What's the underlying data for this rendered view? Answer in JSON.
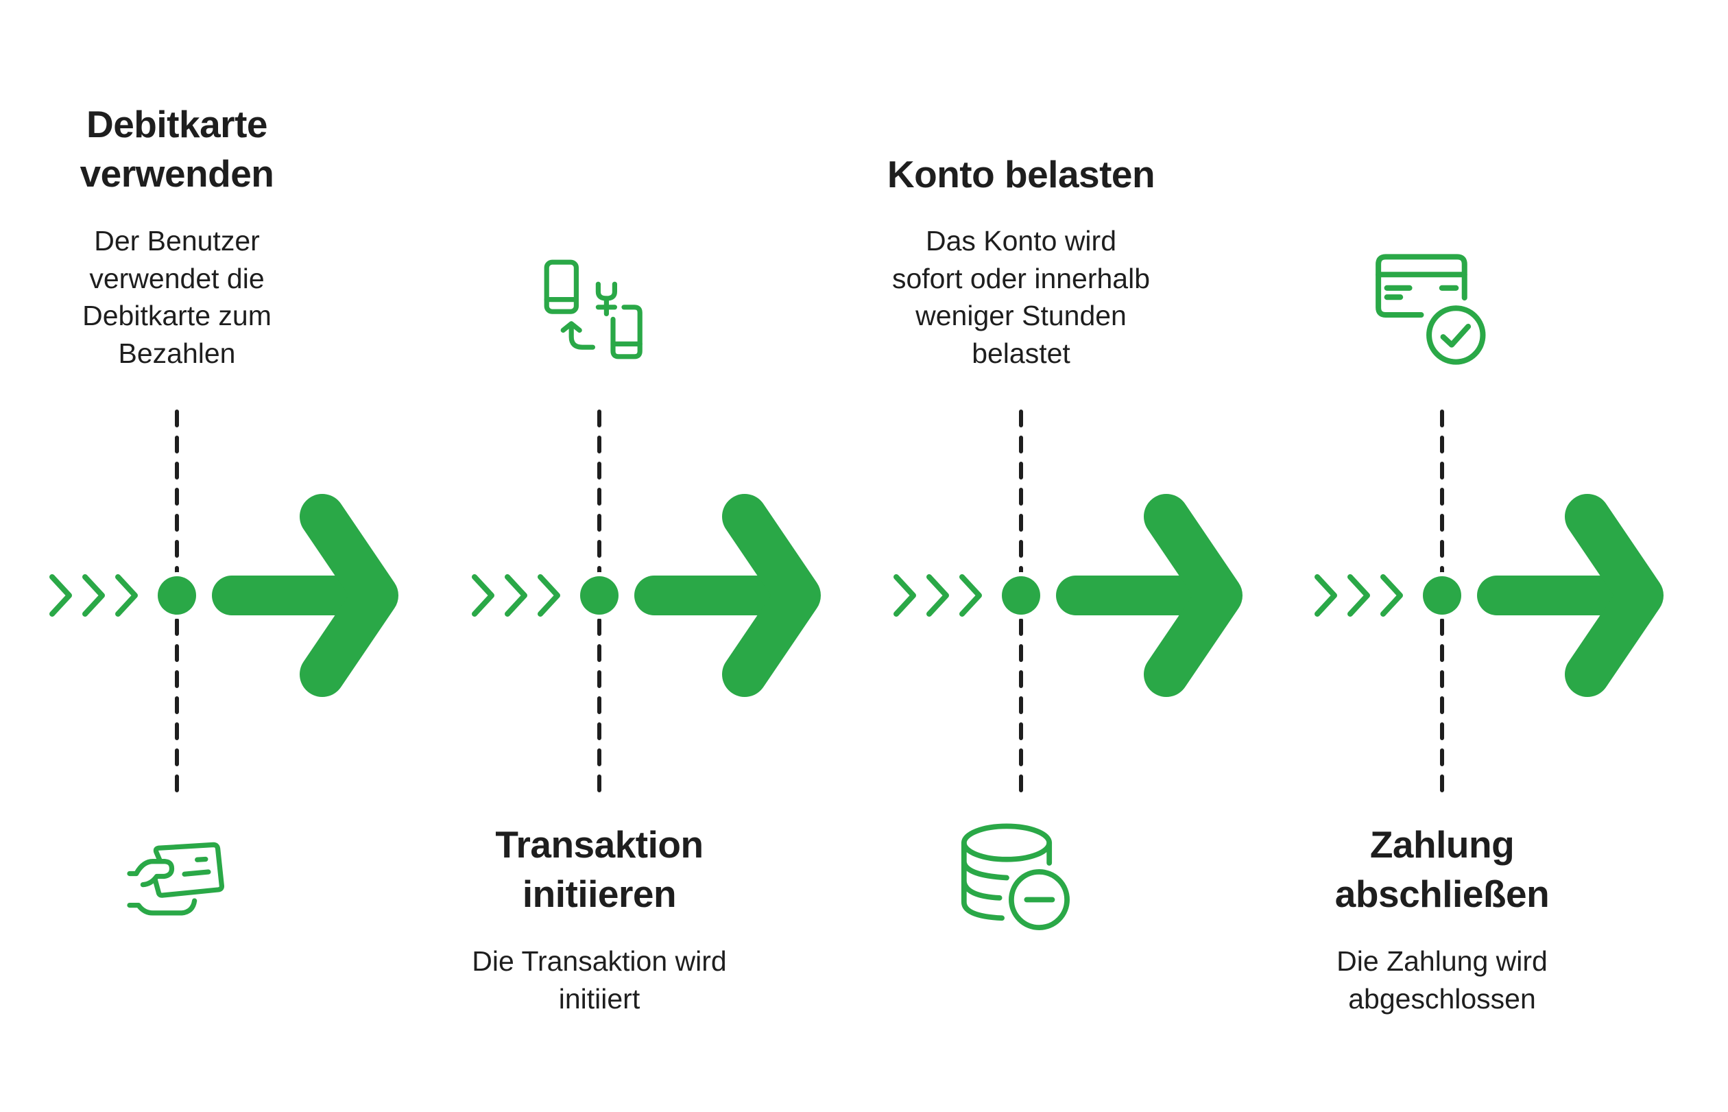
{
  "diagram": {
    "type": "process-timeline",
    "accent_color": "#2aa847",
    "text_color": "#1e1e1e",
    "dash_color": "#1e1e1e",
    "steps": [
      {
        "title_lines": [
          "Debitkarte",
          "verwenden"
        ],
        "desc_lines": [
          "Der Benutzer",
          "verwendet die",
          "Debitkarte zum",
          "Bezahlen"
        ],
        "icon": "hand-holding-card-icon",
        "text_position": "top",
        "icon_position": "bottom"
      },
      {
        "title_lines": [
          "Transaktion",
          "initiieren"
        ],
        "desc_lines": [
          "Die Transaktion wird",
          "initiiert"
        ],
        "icon": "phone-transfer-yen-icon",
        "text_position": "bottom",
        "icon_position": "top"
      },
      {
        "title_lines": [
          "Konto belasten"
        ],
        "desc_lines": [
          "Das Konto wird",
          "sofort oder innerhalb",
          "weniger Stunden",
          "belastet"
        ],
        "icon": "database-minus-icon",
        "text_position": "top",
        "icon_position": "bottom"
      },
      {
        "title_lines": [
          "Zahlung",
          "abschließen"
        ],
        "desc_lines": [
          "Die Zahlung wird",
          "abgeschlossen"
        ],
        "icon": "card-checkmark-icon",
        "text_position": "bottom",
        "icon_position": "top"
      }
    ]
  }
}
